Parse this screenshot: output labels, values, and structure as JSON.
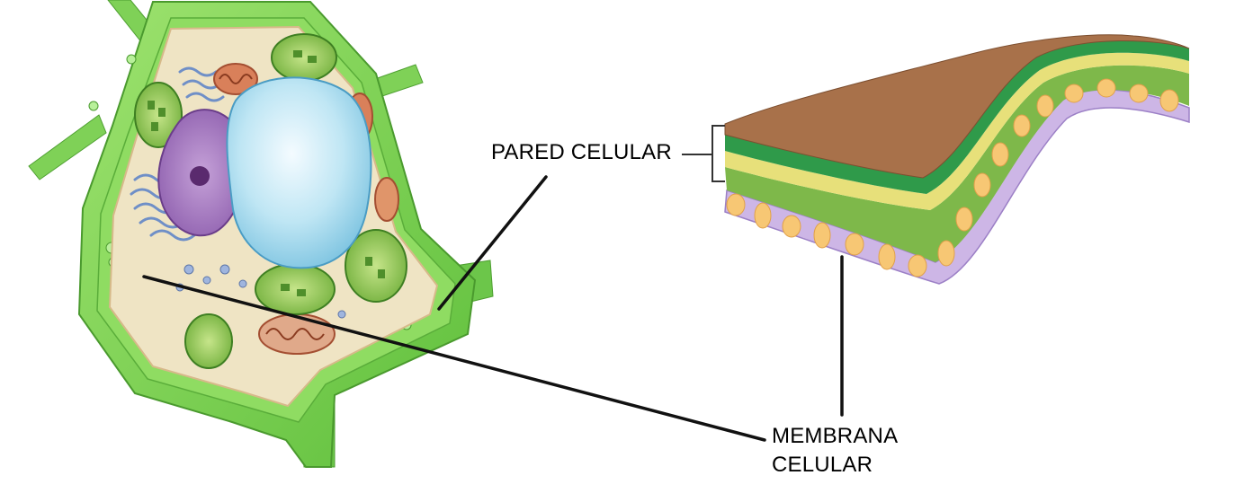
{
  "labels": {
    "pared_celular": "PARED CELULAR",
    "membrana_line1": "MEMBRANA",
    "membrana_line2": "CELULAR"
  }
}
